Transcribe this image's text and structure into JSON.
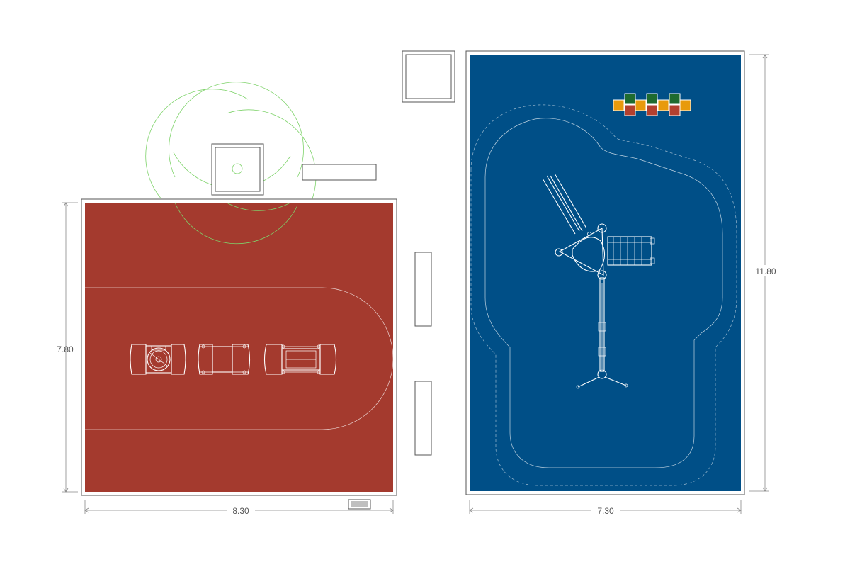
{
  "drawing": {
    "left_area": {
      "surface_color": "#a43a2e",
      "width_label": "8.30",
      "height_label": "7.80"
    },
    "right_area": {
      "surface_color": "#004f87",
      "width_label": "7.30",
      "height_label": "11.80"
    },
    "tree_color": "#7fd36b",
    "tile_colors": {
      "green": "#1e6b2f",
      "orange": "#e89a0c",
      "red": "#b3402f"
    },
    "symbols": [
      "square-planter",
      "tree-canopy",
      "bench",
      "play-equipment-train",
      "climbing-frame",
      "hopscotch-tiles",
      "dimension-lines"
    ]
  }
}
